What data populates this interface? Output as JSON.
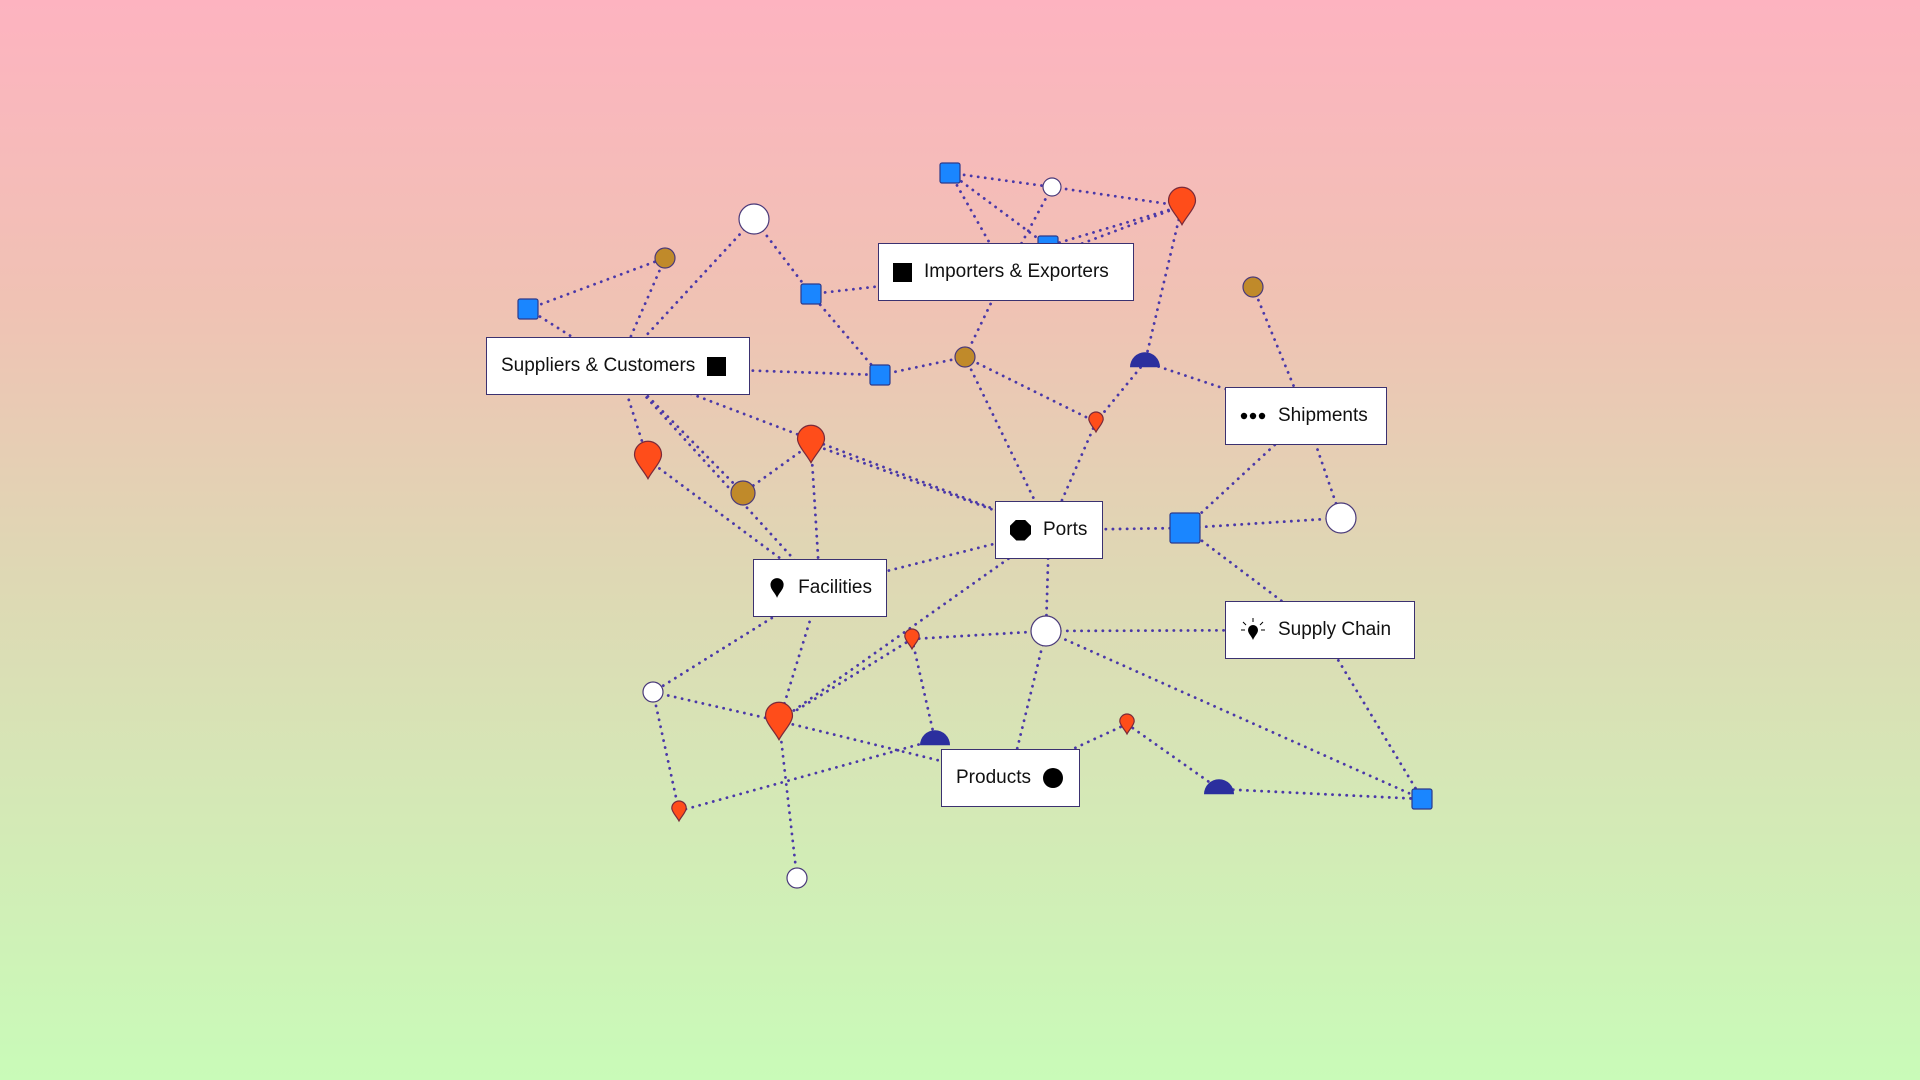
{
  "labels": {
    "importers": "Importers & Exporters",
    "suppliers": "Suppliers & Customers",
    "shipments": "Shipments",
    "ports": "Ports",
    "facilities": "Facilities",
    "supply_chain": "Supply Chain",
    "products": "Products"
  },
  "icons": {
    "importers": "square-icon",
    "suppliers": "square-icon",
    "shipments": "ellipsis-icon",
    "ports": "octagon-icon",
    "facilities": "map-pin-icon",
    "supply_chain": "lightbulb-icon",
    "products": "circle-icon"
  },
  "colors": {
    "edge": "#4a38a8",
    "blue_square": "#1a86ff",
    "orange_pin": "#ff4d1a",
    "gold_circle": "#c08a2a",
    "navy_half": "#2b2f9e",
    "white_circle": "#ffffff",
    "label_border": "#3b3170"
  }
}
